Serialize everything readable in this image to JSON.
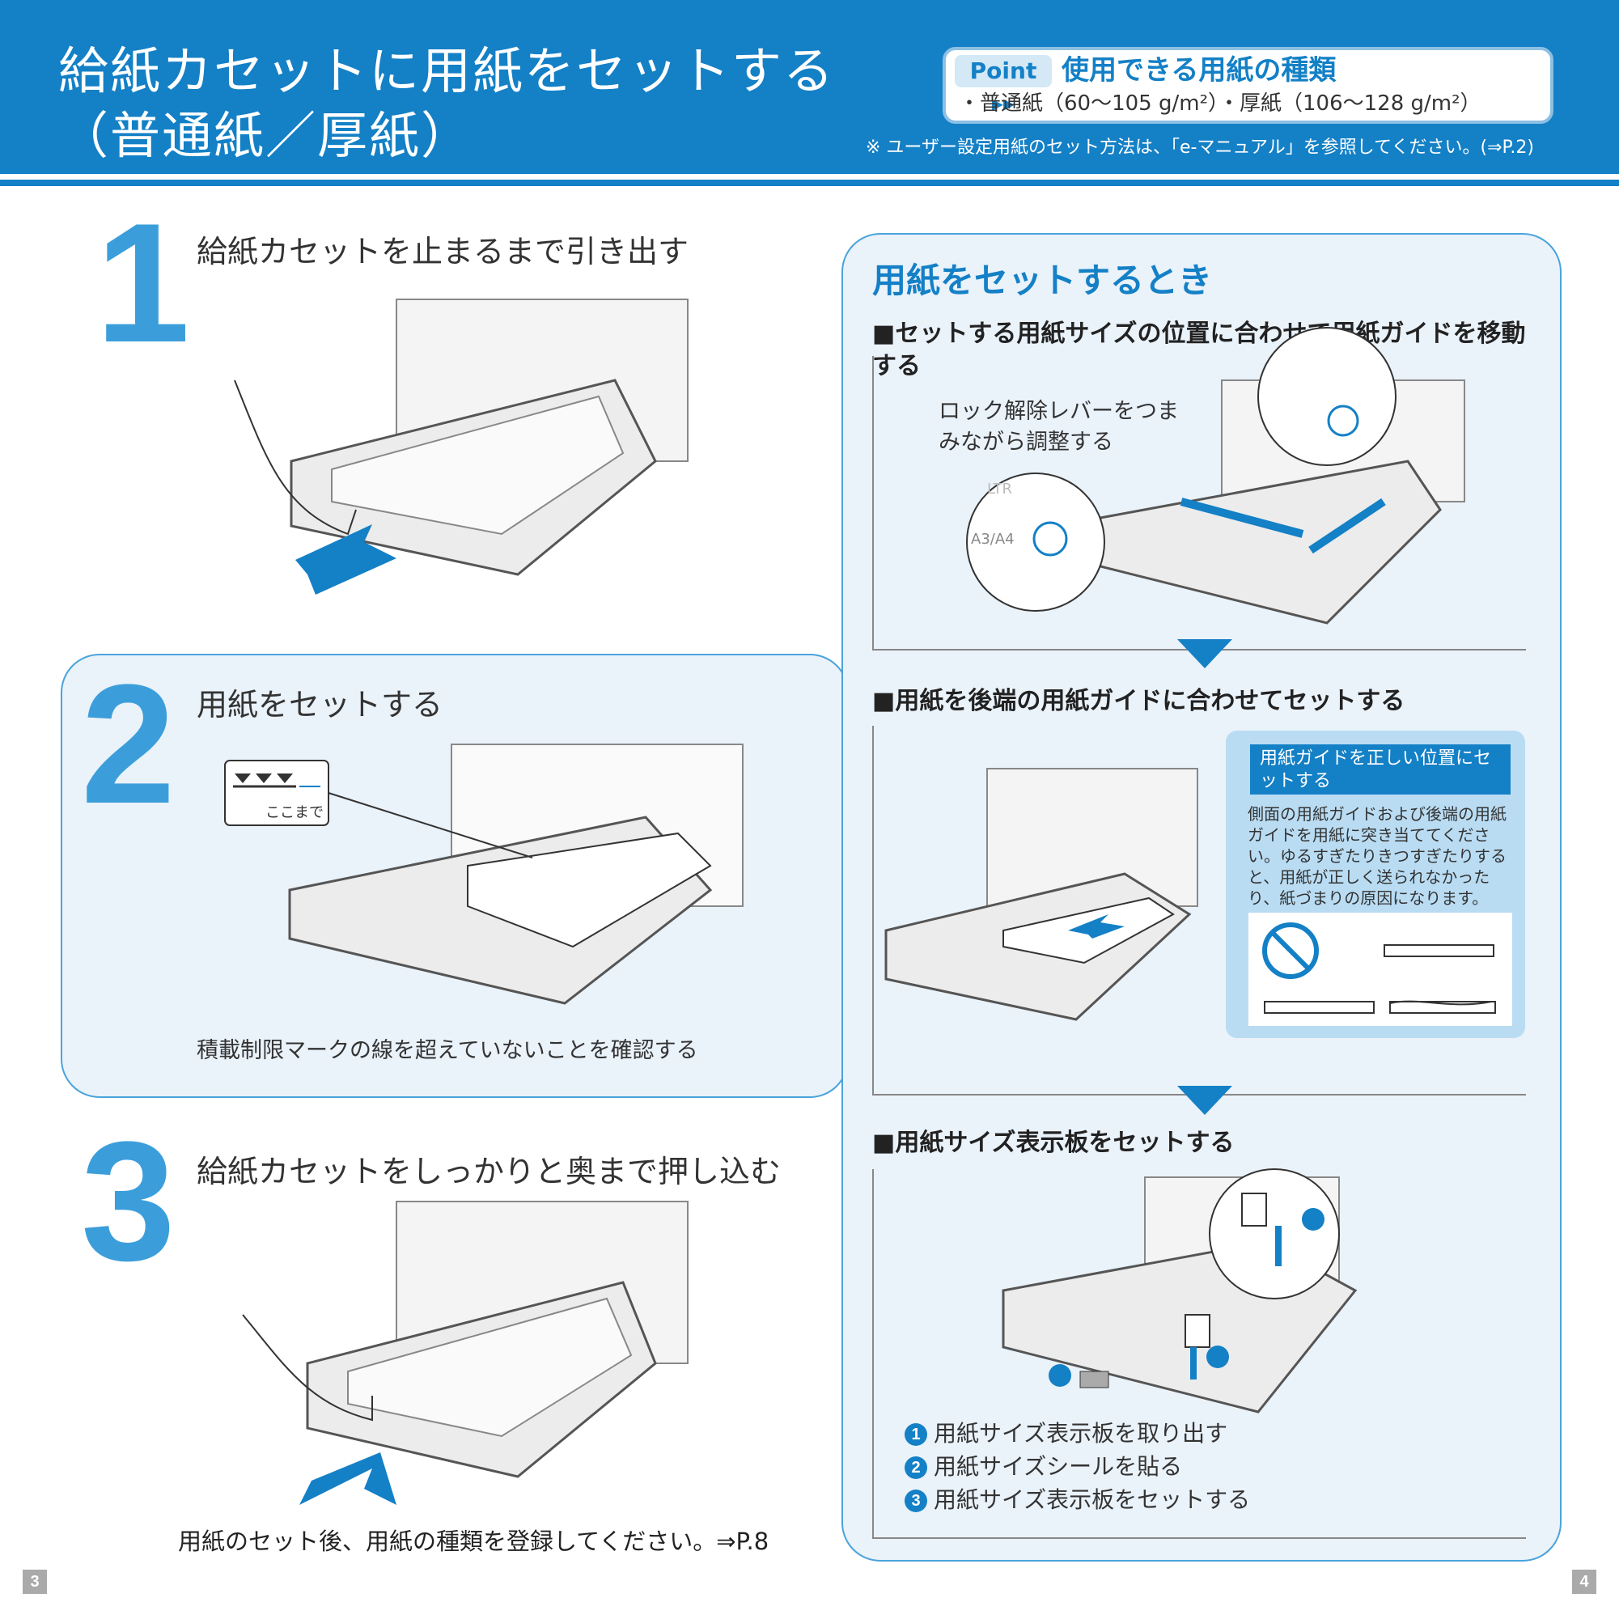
{
  "header": {
    "title_line1": "給紙カセットに用紙をセットする",
    "title_line2": "（普通紙／厚紙）",
    "point_badge": "Point ▸▸",
    "point_title": "使用できる用紙の種類",
    "point_body": "・普通紙（60〜105 g/m²）・厚紙（106〜128 g/m²）",
    "note": "※ ユーザー設定用紙のセット方法は、「e-マニュアル」を参照してください。(⇒P.2)"
  },
  "steps": [
    {
      "number": "1",
      "title": "給紙カセットを止まるまで引き出す"
    },
    {
      "number": "2",
      "title": "用紙をセットする",
      "callout": "ここまで",
      "caption": "積載制限マークの線を超えていないことを確認する"
    },
    {
      "number": "3",
      "title": "給紙カセットをしっかりと奥まで押し込む",
      "caption": "用紙のセット後、用紙の種類を登録してください。⇒P.8"
    }
  ],
  "right_panel": {
    "title": "用紙をセットするとき",
    "section1": {
      "heading": "■セットする用紙サイズの位置に合わせて用紙ガイドを移動する",
      "note": "ロック解除レバーをつまみながら調整する",
      "label_ltr": "LTR",
      "label_a3a4": "A3/A4"
    },
    "section2": {
      "heading": "■用紙を後端の用紙ガイドに合わせてセットする",
      "guide_title": "用紙ガイドを正しい位置にセットする",
      "guide_body": "側面の用紙ガイドおよび後端の用紙ガイドを用紙に突き当ててください。ゆるすぎたりきつすぎたりすると、用紙が正しく送られなかったり、紙づまりの原因になります。"
    },
    "section3": {
      "heading": "■用紙サイズ表示板をセットする",
      "items": [
        {
          "num": "1",
          "text": "用紙サイズ表示板を取り出す"
        },
        {
          "num": "2",
          "text": "用紙サイズシールを貼る"
        },
        {
          "num": "3",
          "text": "用紙サイズ表示板をセットする"
        }
      ]
    }
  },
  "page_numbers": {
    "left": "3",
    "right": "4"
  },
  "colors": {
    "accent": "#1480c6",
    "step_number": "#3b9edb",
    "panel_bg": "#eaf2fa"
  }
}
